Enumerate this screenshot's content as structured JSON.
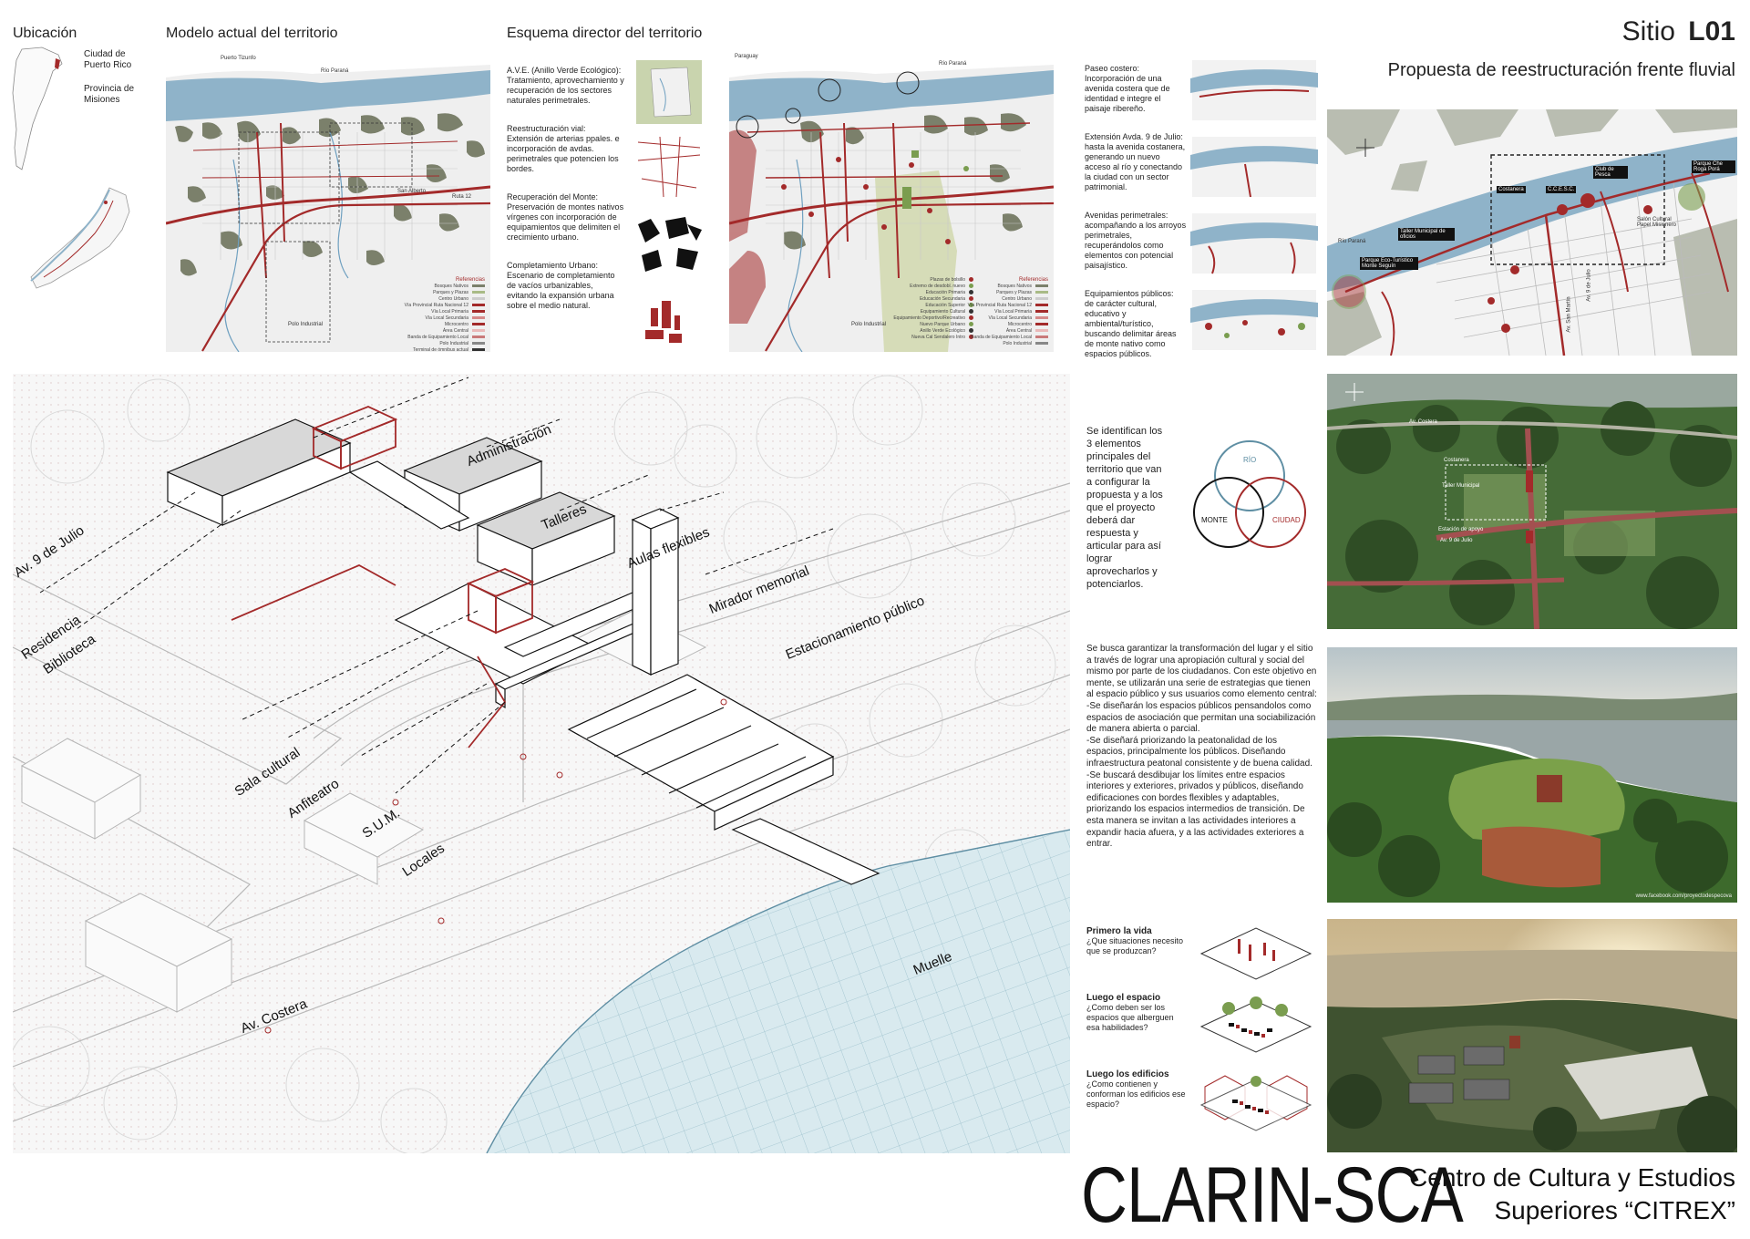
{
  "top": {
    "ubicacion": {
      "title": "Ubicación",
      "city": "Ciudad de Puerto Rico",
      "province": "Provincia de Misiones"
    },
    "modelo": {
      "title": "Modelo actual del territorio",
      "labels": {
        "puerto_tirunfo": "Puerto Tizunfo",
        "rio": "Río Paraná",
        "san_alberto": "San Alberto",
        "ruta": "Ruta 12",
        "polo": "Polo Industrial"
      },
      "legend": [
        "Referencias",
        "Bosques Nativos",
        "Parques y Plazas",
        "Centro Urbano",
        "Vía Provincial Ruta Nacional 12",
        "Vía Local Primaria",
        "Vía Local Secundaria",
        "Microcentro",
        "Área Central",
        "Banda de Equipamiento Local",
        "Polo Industrial",
        "Terminal de ómnibus actual"
      ]
    },
    "esquema": {
      "title": "Esquema director del territorio",
      "items": [
        {
          "heading": "A.V.E. (Anillo Verde Ecológico):",
          "text": "Tratamiento, aprovechamiento y recuperación de los sectores naturales perimetrales."
        },
        {
          "heading": "Reestructuración vial:",
          "text": "Extensión de arterias ppales. e incorporación de avdas. perimetrales que potencien los bordes."
        },
        {
          "heading": "Recuperación del Monte:",
          "text": "Preservación de montes nativos vírgenes con incorporación de equipamientos que delimiten el crecimiento urbano."
        },
        {
          "heading": "Completamiento Urbano:",
          "text": "Escenario de completamiento de vacíos urbanizables, evitando la expansión urbana sobre el medio natural."
        }
      ],
      "map_labels": {
        "paraguay": "Paraguay",
        "rio": "Río Paraná",
        "polo": "Polo Industrial"
      },
      "legend": [
        "Referencias",
        "Bosques Nativos",
        "Parques y Plazas",
        "Centro Urbano",
        "Vía Provincial Ruta Nacional 12",
        "Vía Local Primaria",
        "Vía Local Secundaria",
        "Microcentro",
        "Área Central",
        "Banda de Equipamiento Local",
        "Polo Industrial"
      ],
      "legend2": [
        "Plazas de bolsillo",
        "Extremo de desdobl. nuevo",
        "Educación Primaria",
        "Educación Secundaria",
        "Educación Superior",
        "Equipamiento Cultural",
        "Equipamiento Deportivo/Recreativo",
        "Nuevo Parque Urbano",
        "Anillo Verde Ecológico",
        "Nueva Cal Sendalero Intro"
      ]
    }
  },
  "right_top": {
    "sitio_label": "Sitio",
    "sitio_code": "L01",
    "subtitle": "Propuesta de reestructuración frente fluvial",
    "strategies": [
      {
        "heading": "Paseo costero:",
        "text": "Incorporación de una avenida costera que de identidad e integre el paisaje ribereño."
      },
      {
        "heading": "Extensión Avda. 9 de Julio:",
        "text": "hasta la avenida costanera, generando un nuevo acceso al río y conectando la ciudad con un sector patrimonial."
      },
      {
        "heading": "Avenidas perimetrales:",
        "text": "acompañando a los arroyos perimetrales, recuperándolos como elementos con potencial paisajístico."
      },
      {
        "heading": "Equipamientos públicos:",
        "text": "de carácter cultural, educativo y ambiental/turístico, buscando delimitar áreas de monte nativo como espacios públicos."
      }
    ],
    "map_labels": {
      "rio": "Río Paraná",
      "costanera": "Costanera",
      "cce": "C.C.E.S.C.",
      "club": "Club de Pesca",
      "parque_che": "Parque Che Roga Porá",
      "salon": "Salón Cultural Papel Misionero",
      "taller": "Taller Municipal de oficios",
      "parque_eco": "Parque Eco-Turístico Monte Seguín",
      "av9": "Av. 9 de Julio",
      "av_sm": "Av. San Martín"
    }
  },
  "axon": {
    "labels": [
      "Administración",
      "Talleres",
      "Aulas flexibles",
      "Mirador memorial",
      "Estacionamiento público",
      "Av. 9 de Julio",
      "Residencia",
      "Biblioteca",
      "Sala cultural",
      "Anfiteatro",
      "S.U.M.",
      "Locales",
      "Av. Costera",
      "Muelle"
    ]
  },
  "middle": {
    "venn_text": "Se identifican los 3 elementos principales del territorio que van a configurar la propuesta y a los que el proyecto deberá dar respuesta y articular para así lograr aprovecharlos y potenciarlos.",
    "venn": {
      "rio": "RÍO",
      "monte": "MONTE",
      "ciudad": "CIUDAD"
    },
    "paragraph": [
      "Se busca garantizar la transformación del lugar y el sitio a través de lograr una apropiación cultural y social del mismo por parte de los ciudadanos. Con este objetivo en mente, se utilizarán una serie de estrategias que tienen al espacio público y sus usuarios como elemento central:",
      "-Se diseñarán los espacios públicos pensandolos como espacios de asociación que permitan una sociabilización de manera abierta o parcial.",
      "-Se diseñará priorizando la peatonalidad de los espacios, principalmente los públicos. Diseñando infraestructura peatonal consistente y de buena calidad.",
      "-Se buscará desdibujar los límites entre espacios interiores y exteriores, privados y públicos, diseñando edificaciones con bordes flexibles y adaptables, priorizando los espacios intermedios de transición. De esta manera se invitan a las actividades interiores a expandir hacia afuera, y a las actividades exteriores a entrar."
    ],
    "steps": [
      {
        "heading": "Primero la vida",
        "text": "¿Que situaciones necesito que se produzcan?"
      },
      {
        "heading": "Luego el espacio",
        "text": "¿Como deben ser los espacios que alberguen esa habilidades?"
      },
      {
        "heading": "Luego los edificios",
        "text": "¿Como contienen y conforman los edificios ese espacio?"
      }
    ],
    "aerial_labels": [
      "Av. Costera",
      "Costanera",
      "Taller Municipal",
      "Estación de apoyo",
      "Av. 9 de Julio"
    ],
    "photo_credit": "www.facebook.com/proyectodespecova"
  },
  "footer": {
    "brand": "CLARIN-SCA",
    "line1": "Centro de Cultura y Estudios",
    "line2": "Superiores “CITREX”"
  },
  "colors": {
    "river": "#8fb3c9",
    "forest": "#7b806b",
    "red": "#a32a2a",
    "panel": "#ececec",
    "green": "#a9bb86"
  }
}
